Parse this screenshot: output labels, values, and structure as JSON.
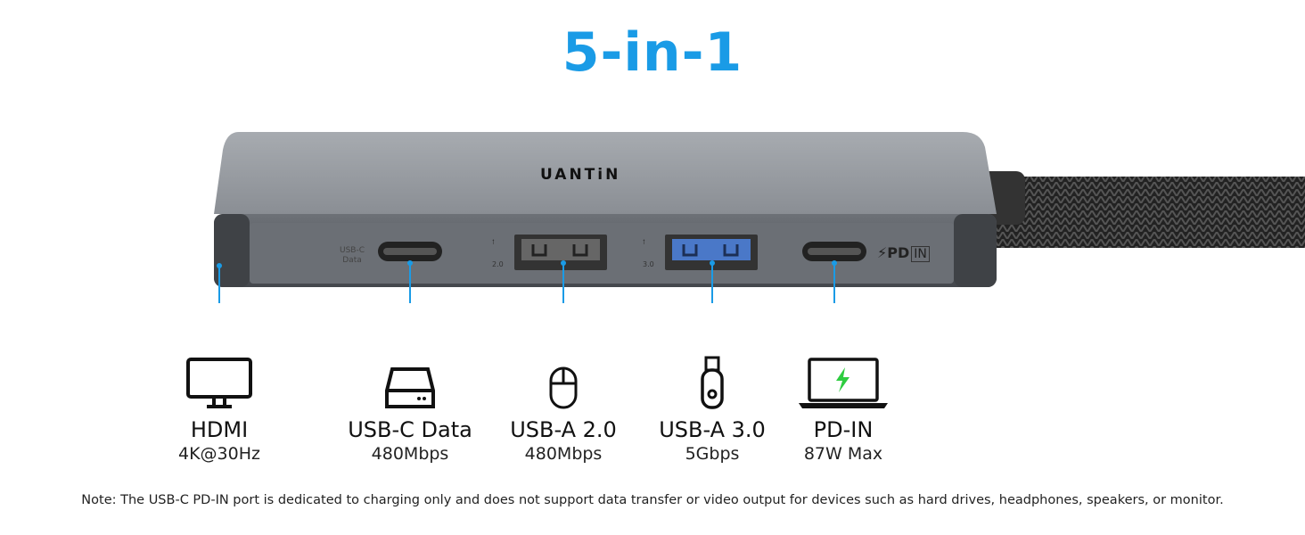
{
  "title": "5-in-1",
  "accent_color": "#1a9be6",
  "brand": "UANTiN",
  "ports": {
    "usbc_label_line1": "USB-C",
    "usbc_label_line2": "Data",
    "usb2_version": "2.0",
    "usb3_version": "3.0",
    "pd_mark": "PD",
    "pd_mark_in": "IN"
  },
  "callouts": [
    {
      "name": "HDMI",
      "spec": "4K@30Hz",
      "icon": "monitor-icon"
    },
    {
      "name": "USB-C Data",
      "spec": "480Mbps",
      "icon": "hard-drive-icon"
    },
    {
      "name": "USB-A 2.0",
      "spec": "480Mbps",
      "icon": "mouse-icon"
    },
    {
      "name": "USB-A 3.0",
      "spec": "5Gbps",
      "icon": "usb-flash-drive-icon"
    },
    {
      "name": "PD-IN",
      "spec": "87W Max",
      "icon": "laptop-charging-icon"
    }
  ],
  "note": "Note: The USB-C PD-IN port is dedicated to charging only and does not support data transfer or video output for devices such as hard drives, headphones, speakers, or monitor."
}
